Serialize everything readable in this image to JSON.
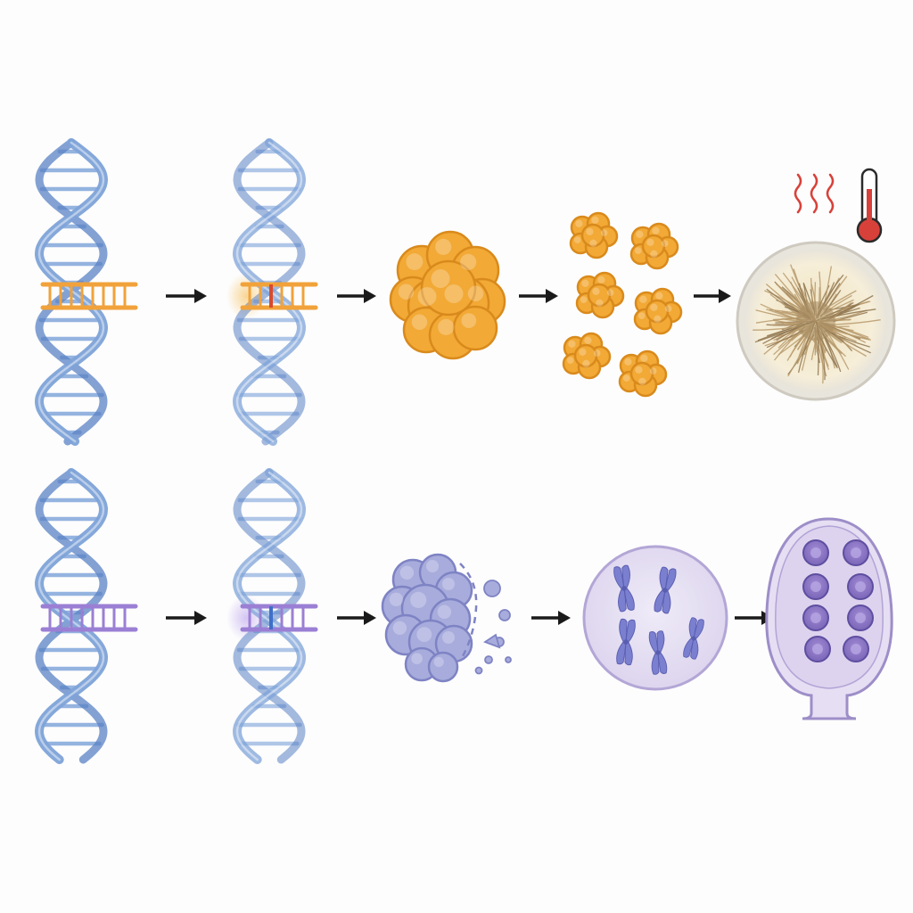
{
  "colors": {
    "background": "#fdfdfd",
    "dna_strand": "#7ea3d8",
    "dna_strand_dark": "#5a82c4",
    "dna_rung": "#8fb0de",
    "row1_accent": "#f1a23a",
    "row1_mutation": "#d94a2c",
    "row1_clump": "#f2a935",
    "row1_clump_edge": "#d98a1c",
    "petri_fill": "#f3ead0",
    "fiber": "#b79a6c",
    "heat_wave": "#d8413a",
    "row2_accent": "#9b7fd4",
    "row2_mutation": "#3f6fc8",
    "row2_clump": "#a8acdc",
    "row2_clump_edge": "#7e83c4",
    "cell_fill": "#e9e4f4",
    "chromosome": "#7b7fcf",
    "vesicle": "#8a74c4",
    "arrow": "#1a1a1a"
  },
  "rows": [
    {
      "id": "row-1",
      "accent": "#f1a23a",
      "mutation": "#d94a2c",
      "stages": [
        "dna-segment",
        "mutated-dna-segment",
        "protein-aggregate",
        "protein-clumps",
        "heated-fibrous-culture"
      ]
    },
    {
      "id": "row-2",
      "accent": "#9b7fd4",
      "mutation": "#3f6fc8",
      "stages": [
        "dna-segment",
        "mutated-dna-segment",
        "disintegrating-aggregate",
        "chromosome-cell",
        "vesicle-sac"
      ]
    }
  ],
  "icons": [
    "thermometer-icon",
    "heat-waves-icon",
    "arrow-right-icon"
  ]
}
